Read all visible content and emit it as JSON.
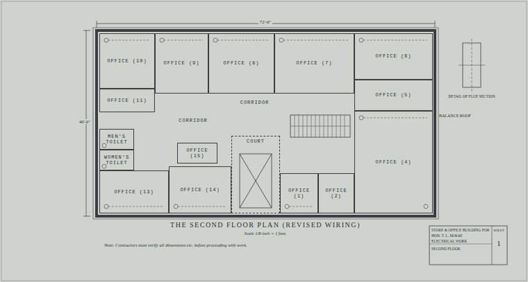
{
  "diagram": {
    "title": "THE SECOND FLOOR PLAN (REVISED WIRING)",
    "nodes": [
      {
        "text": [
          "OFFICE (10)"
        ]
      },
      {
        "text": [
          "OFFICE (9)"
        ]
      },
      {
        "text": [
          "OFFICE (8)"
        ]
      },
      {
        "text": [
          "OFFICE (7)"
        ]
      },
      {
        "text": [
          "OFFICE (6)"
        ]
      },
      {
        "text": [
          "OFFICE (11)"
        ]
      },
      {
        "text": [
          "CORRIDOR"
        ]
      },
      {
        "text": [
          "OFFICE (5)"
        ]
      },
      {
        "text": [
          "CORRIDOR"
        ]
      },
      {
        "text": [
          "MEN'S TOILET"
        ]
      },
      {
        "text": [
          "WOMEN'S TOILET"
        ]
      },
      {
        "text": [
          "OFFICE (15)"
        ]
      },
      {
        "text": [
          "OFFICE (4)"
        ]
      },
      {
        "text": [
          "OFFICE (13)"
        ]
      },
      {
        "text": [
          "OFFICE (14)"
        ]
      },
      {
        "text": [
          "COURT"
        ]
      },
      {
        "text": [
          "OFFICE (1)"
        ]
      },
      {
        "text": [
          "OFFICE (2)"
        ]
      }
    ],
    "labels": [
      "Scale 1/8 inch = 1 foot.",
      "Note: Contractors must verify all dimensions etc. before proceeding with work.",
      "72'-0\"",
      "40'-0\"",
      "DETAIL OF FLUE SECTION",
      "BALANCE ROOF",
      "STORE & OFFICE BUILDING FOR",
      "HON. T. L. McRAE",
      "ELECTRICAL WORK",
      "SECOND FLOOR",
      "SHEET",
      "1"
    ]
  }
}
